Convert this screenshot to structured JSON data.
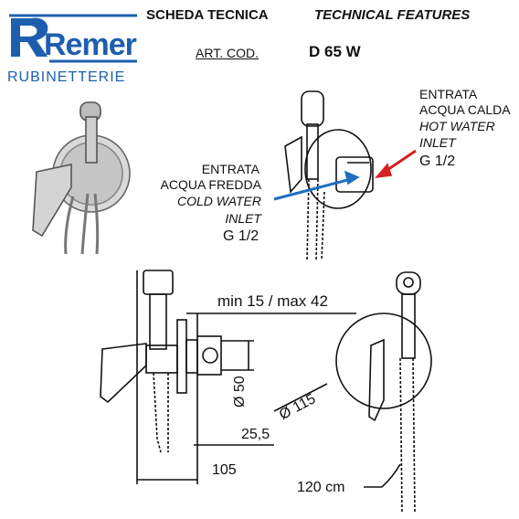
{
  "brand": {
    "name": "Remer",
    "sub": "RUBINETTERIE",
    "color": "#1d5fae"
  },
  "header": {
    "title_it": "SCHEDA TECNICA",
    "title_en": "TECHNICAL FEATURES",
    "art_label": "ART. COD.",
    "art_code": "D 65 W"
  },
  "hot_inlet": {
    "line1": "ENTRATA",
    "line2": "ACQUA CALDA",
    "line3": "HOT WATER",
    "line4": "INLET",
    "size": "G 1/2",
    "arrow_color": "#d62020"
  },
  "cold_inlet": {
    "line1": "ENTRATA",
    "line2": "ACQUA FREDDA",
    "line3": "COLD WATER",
    "line4": "INLET",
    "size": "G 1/2",
    "arrow_color": "#1e6fc0"
  },
  "dimensions": {
    "wall_depth": "min 15 / max 42",
    "height": "Ø 50",
    "offset": "25,5",
    "depth": "105",
    "plate_diameter": "Ø 115",
    "hose_length": "120 cm"
  }
}
